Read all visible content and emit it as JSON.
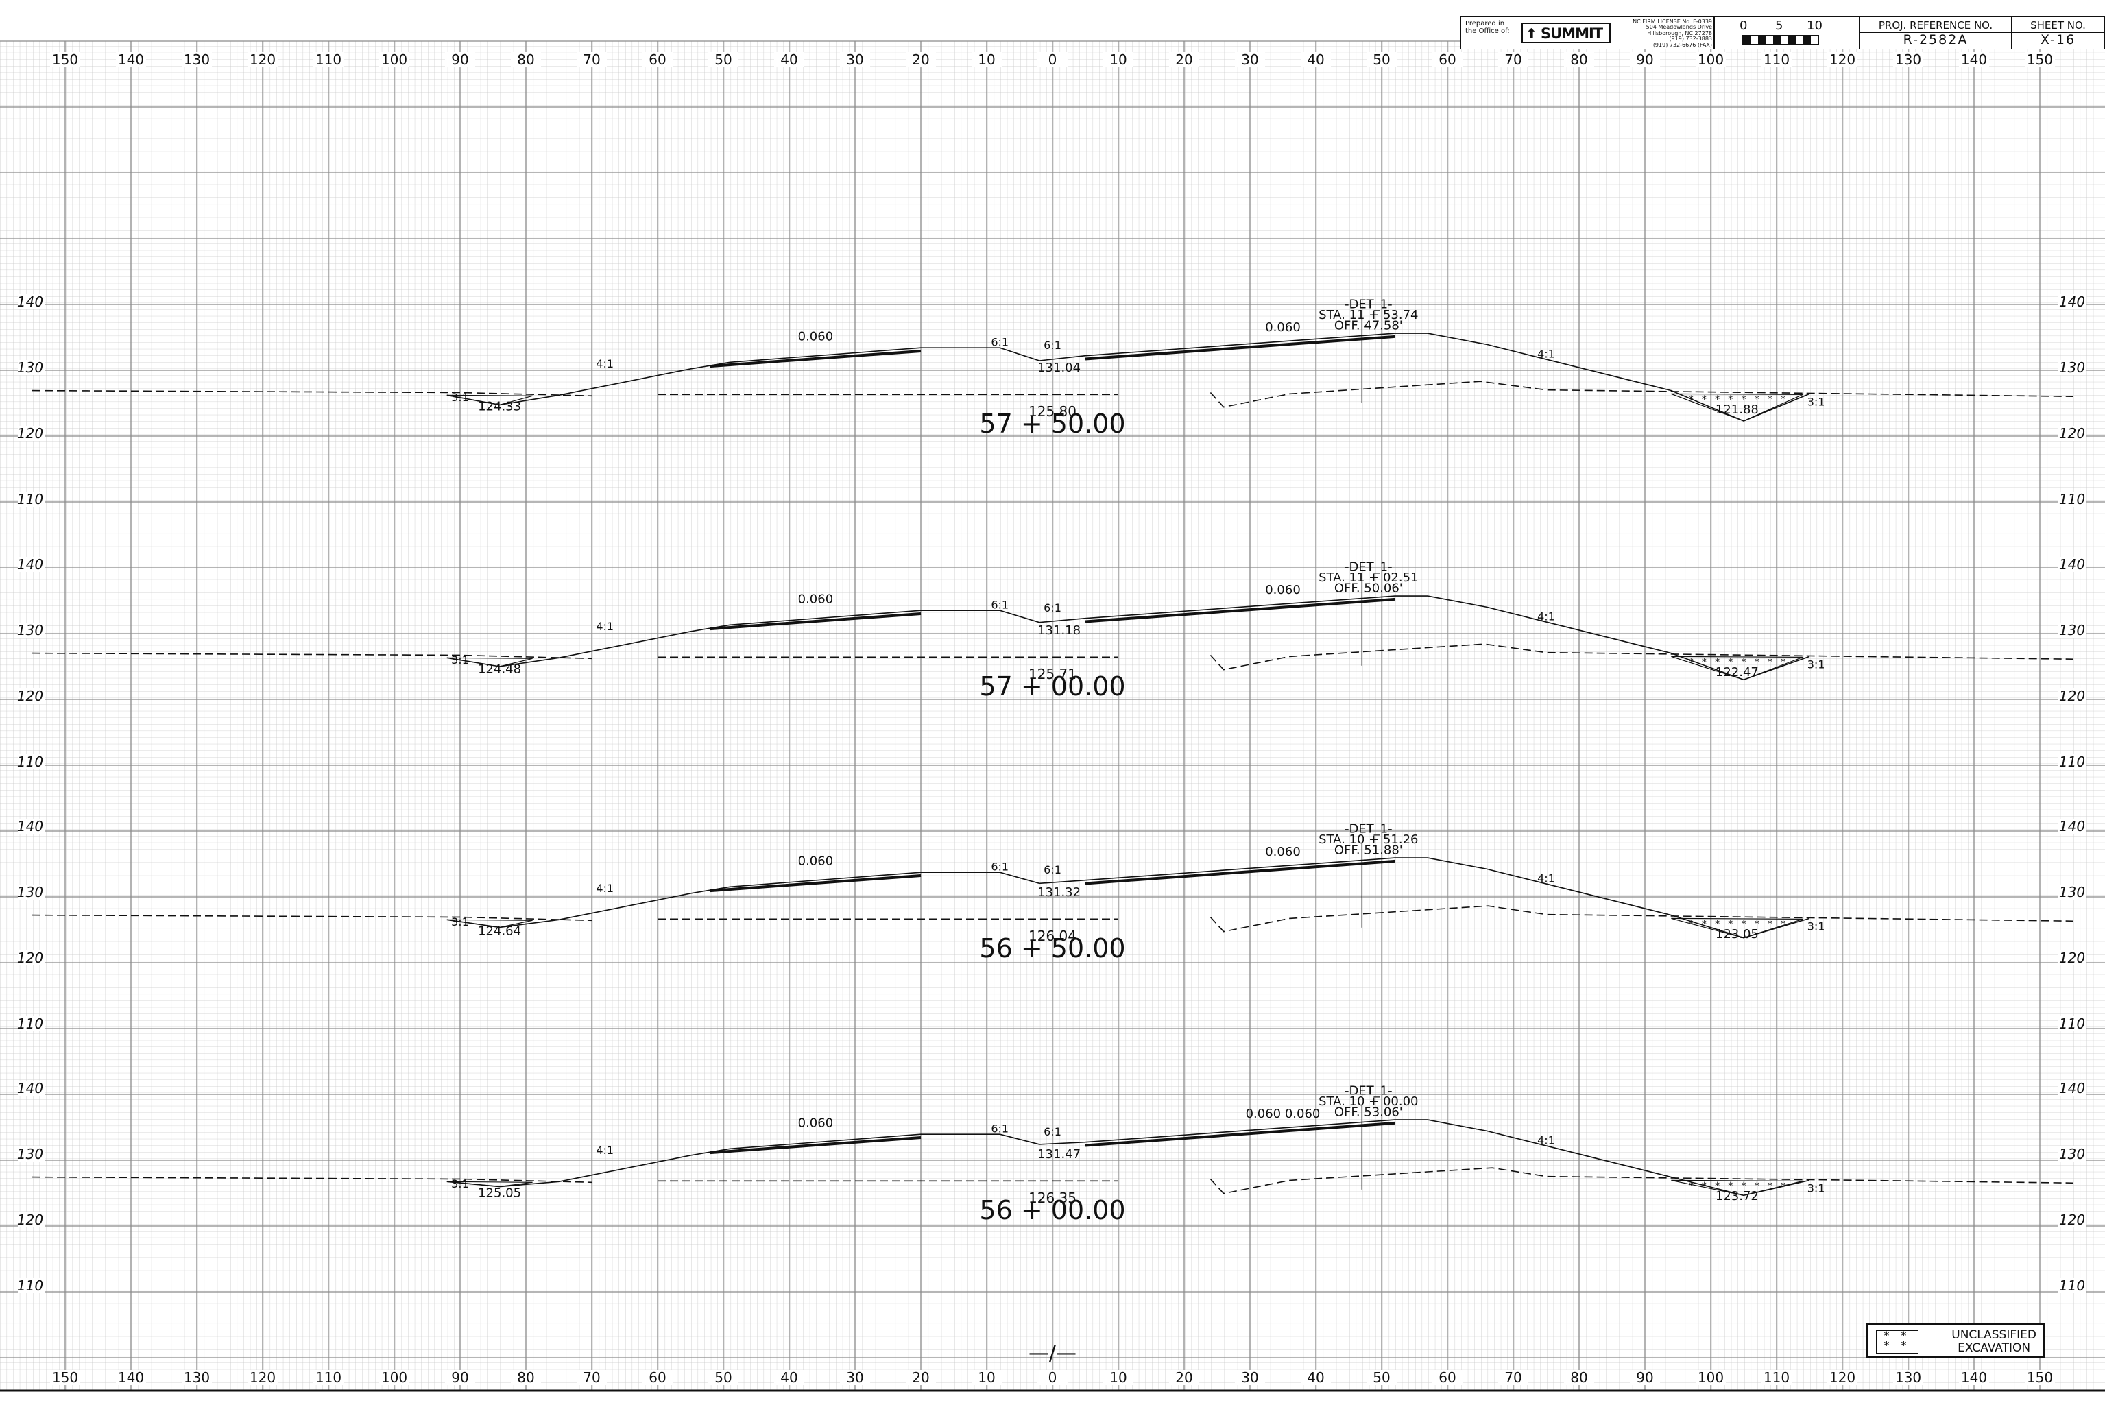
{
  "title_block": {
    "prepared_label": "Prepared in the Office of:",
    "logo_text": "SUMMIT",
    "license_lines": [
      "NC FIRM LICENSE No. F-0339",
      "504 Meadowlands Drive",
      "Hillsborough, NC 27278",
      "(919) 732-3883",
      "(919) 732-6676 (FAX)"
    ],
    "scale_labels": [
      "0",
      "5",
      "10"
    ],
    "proj_ref_label": "PROJ. REFERENCE NO.",
    "proj_ref_value": "R-2582A",
    "sheet_no_label": "SHEET NO.",
    "sheet_no_value": "X-16"
  },
  "x_axis_labels": [
    "150",
    "140",
    "130",
    "120",
    "110",
    "100",
    "90",
    "80",
    "70",
    "60",
    "50",
    "40",
    "30",
    "20",
    "10",
    "0",
    "10",
    "20",
    "30",
    "40",
    "50",
    "60",
    "70",
    "80",
    "90",
    "100",
    "110",
    "120",
    "130",
    "140",
    "150"
  ],
  "sections": [
    {
      "station": "57 + 50.00",
      "cl_elev": "125.80",
      "y_labels": [
        "140",
        "130",
        "120",
        "110"
      ],
      "det_label": "-DET_1-",
      "det_sta": "STA. 11 + 53.74",
      "det_off": "OFF. 47.58'",
      "left_slope_value": "0.060",
      "right_slope_value": "0.060",
      "left_ditch_elev": "124.33",
      "right_ditch_elev": "121.88",
      "median_elev": "131.04",
      "slope_labels": [
        "4:1",
        "3:1",
        "6:1",
        "6:1",
        "4:1",
        "3:1"
      ]
    },
    {
      "station": "57 + 00.00",
      "cl_elev": "125.71",
      "y_labels": [
        "140",
        "130",
        "120",
        "110"
      ],
      "det_label": "-DET_1-",
      "det_sta": "STA. 11 + 02.51",
      "det_off": "OFF. 50.06'",
      "left_slope_value": "0.060",
      "right_slope_value": "0.060",
      "left_ditch_elev": "124.48",
      "right_ditch_elev": "122.47",
      "median_elev": "131.18",
      "slope_labels": [
        "4:1",
        "3:1",
        "6:1",
        "6:1",
        "4:1",
        "3:1"
      ]
    },
    {
      "station": "56 + 50.00",
      "cl_elev": "126.04",
      "y_labels": [
        "140",
        "130",
        "120",
        "110"
      ],
      "det_label": "-DET_1-",
      "det_sta": "STA. 10 + 51.26",
      "det_off": "OFF. 51.88'",
      "left_slope_value": "0.060",
      "right_slope_value": "0.060",
      "left_ditch_elev": "124.64",
      "right_ditch_elev": "123.05",
      "median_elev": "131.32",
      "slope_labels": [
        "4:1",
        "3:1",
        "6:1",
        "6:1",
        "4:1",
        "3:1"
      ]
    },
    {
      "station": "56 + 00.00",
      "cl_elev": "126.35",
      "y_labels": [
        "140",
        "130",
        "120",
        "110"
      ],
      "det_label": "-DET_1-",
      "det_sta": "STA. 10 + 00.00",
      "det_off": "OFF. 53.06'",
      "left_slope_value": "0.060",
      "right_slope_value": "0.060 0.060",
      "left_ditch_elev": "125.05",
      "right_ditch_elev": "123.72",
      "median_elev": "131.47",
      "slope_labels": [
        "4:1",
        "3:1",
        "6:1",
        "6:1",
        "4:1",
        "3:1"
      ]
    }
  ],
  "bottom_mark": "—/—",
  "legend": {
    "symbol": "* * * *",
    "label_line1": "UNCLASSIFIED",
    "label_line2": "EXCAVATION"
  },
  "colors": {
    "grid_minor": "#c8c8c8",
    "grid_major": "#8a8a8a",
    "ink": "#111111"
  }
}
